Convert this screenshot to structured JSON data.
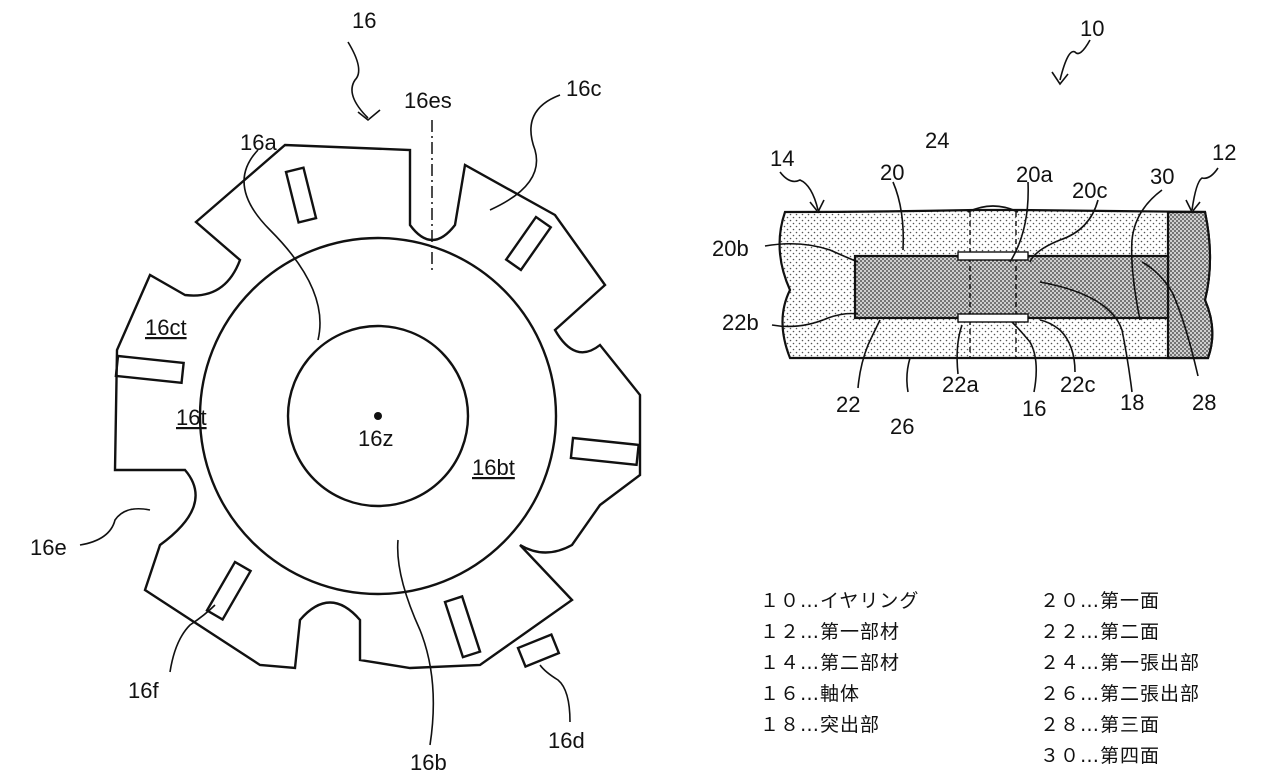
{
  "left_figure": {
    "labels": {
      "l16": "16",
      "l16es": "16es",
      "l16c": "16c",
      "l16a": "16a",
      "l16ct": "16ct",
      "l16t": "16t",
      "l16z": "16z",
      "l16bt": "16bt",
      "l16e": "16e",
      "l16f": "16f",
      "l16b": "16b",
      "l16d": "16d"
    }
  },
  "right_figure": {
    "labels": {
      "l10": "10",
      "l14": "14",
      "l12": "12",
      "l24": "24",
      "l20": "20",
      "l20a": "20a",
      "l20c": "20c",
      "l30": "30",
      "l20b": "20b",
      "l22b": "22b",
      "l22": "22",
      "l22a": "22a",
      "l16": "16",
      "l22c": "22c",
      "l18": "18",
      "l28": "28",
      "l26": "26"
    }
  },
  "legend": {
    "left": [
      "１０…イヤリング",
      "１２…第一部材",
      "１４…第二部材",
      "１６…軸体",
      "１８…突出部"
    ],
    "right": [
      "２０…第一面",
      "２２…第二面",
      "２４…第一張出部",
      "２６…第二張出部",
      "２８…第三面",
      "３０…第四面"
    ]
  }
}
